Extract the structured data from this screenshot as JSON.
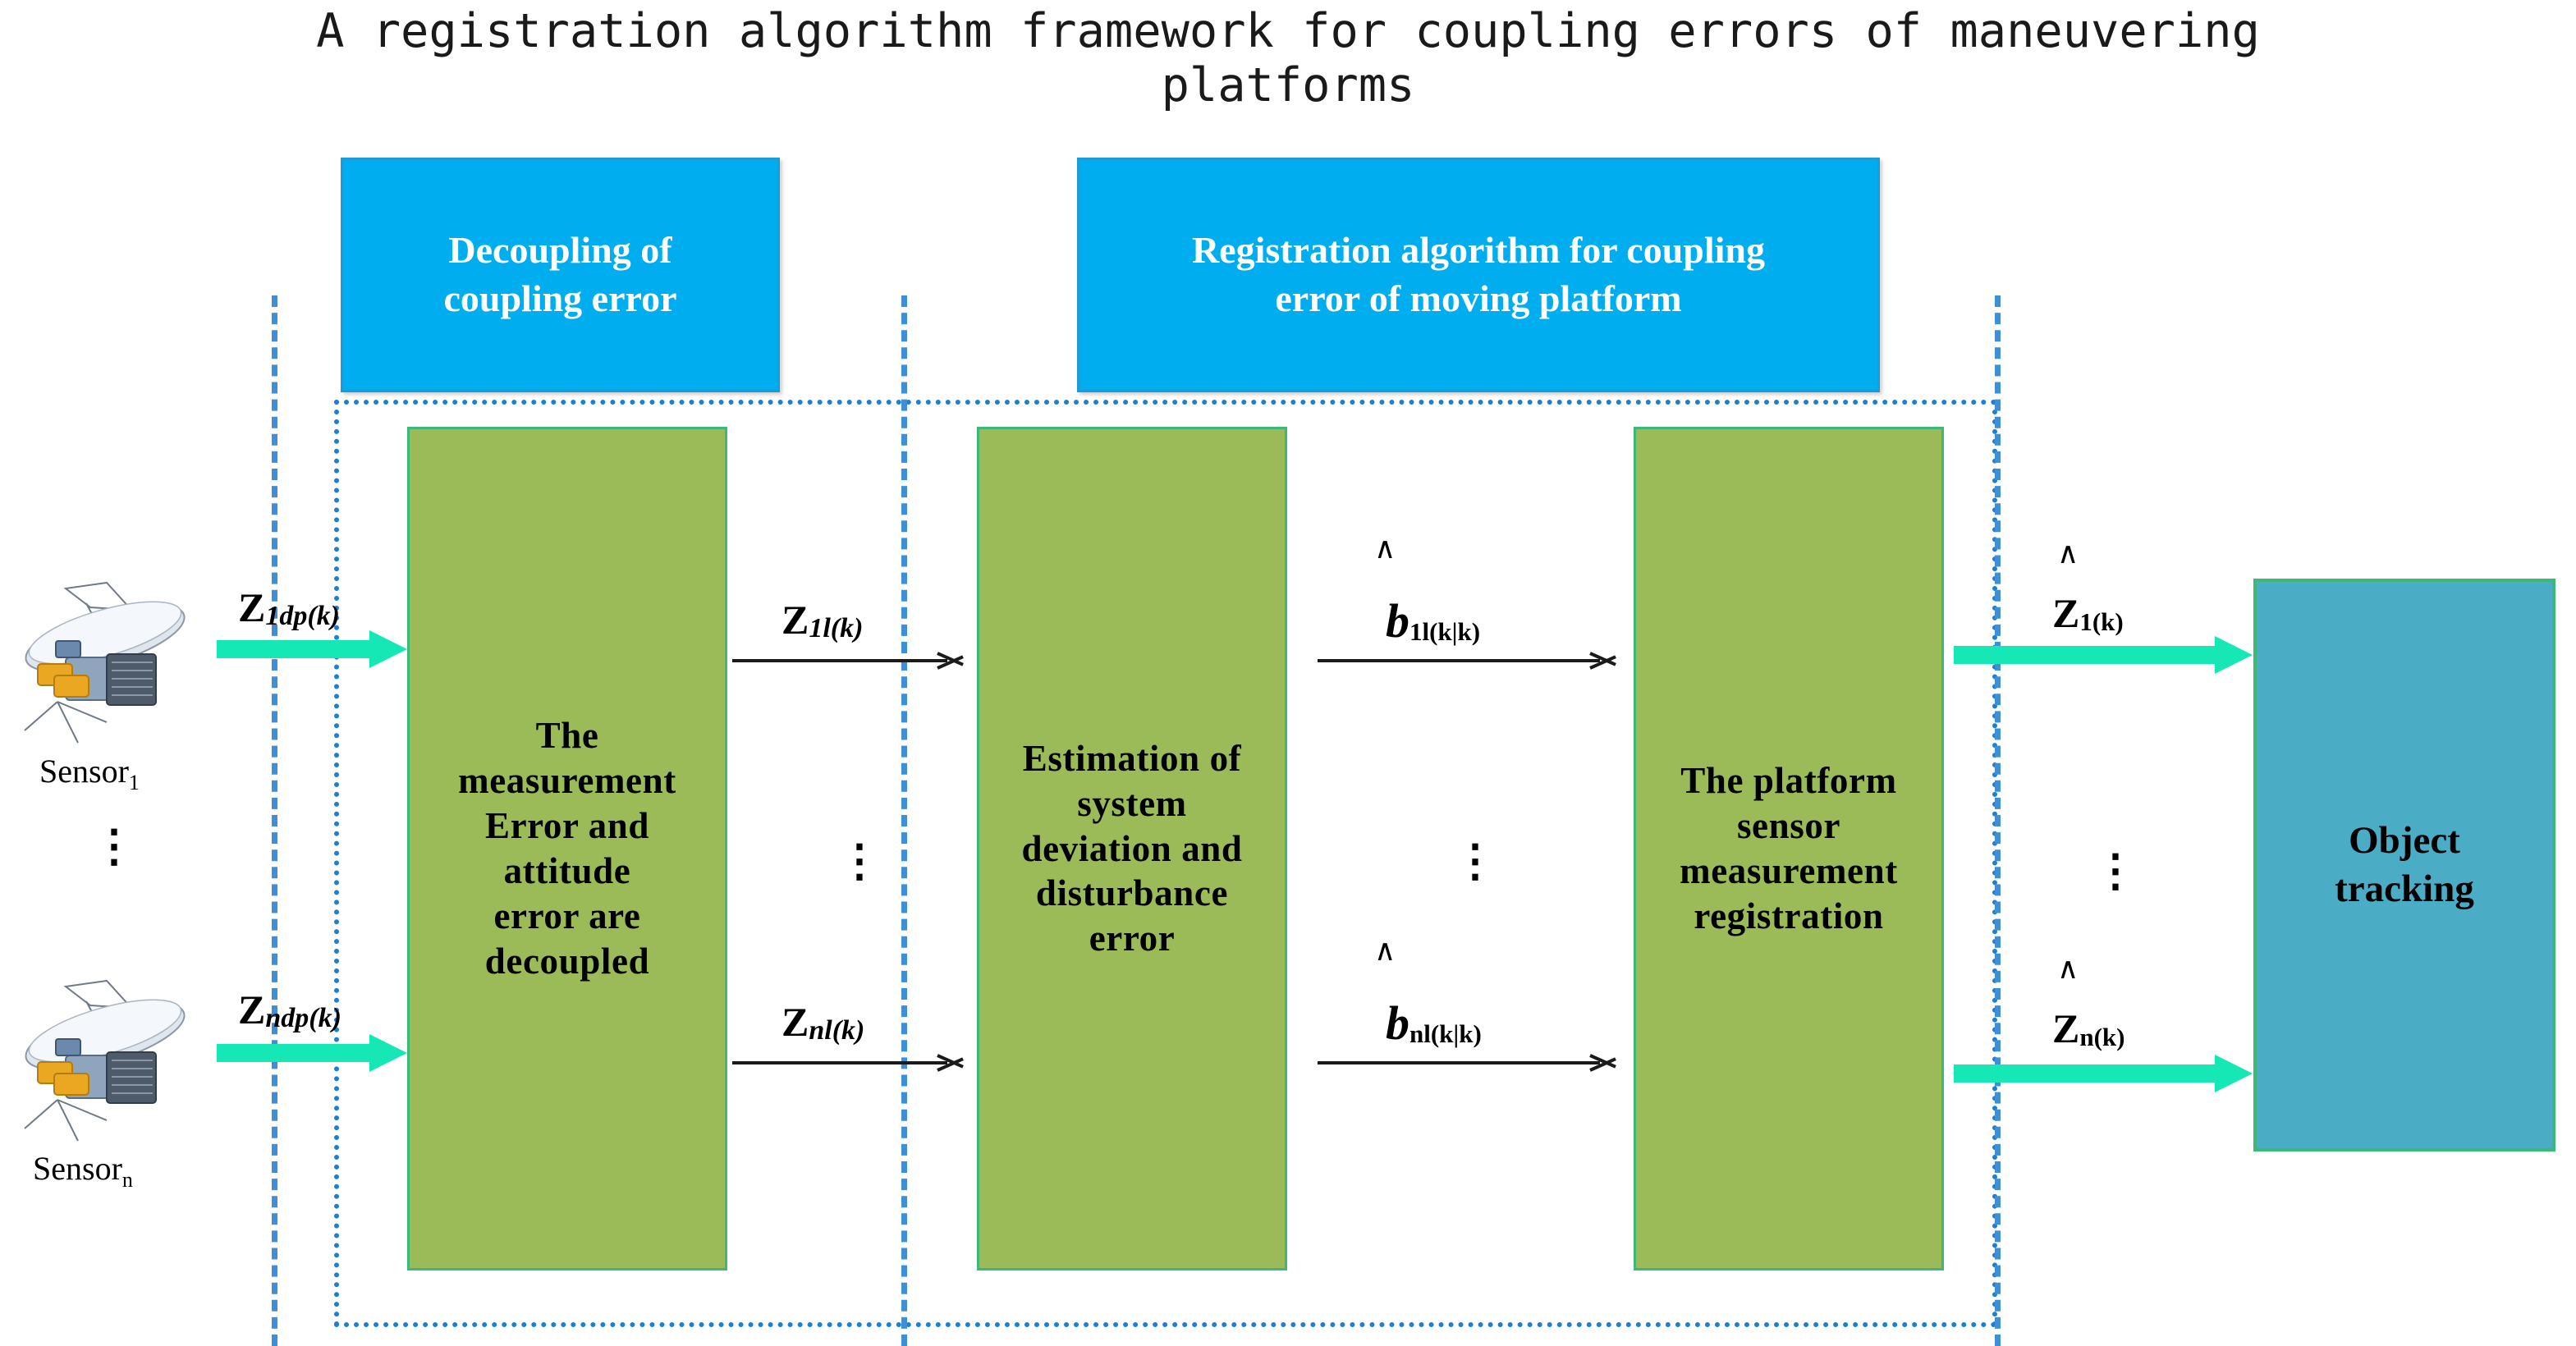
{
  "title": "A registration algorithm framework for coupling errors of maneuvering\nplatforms",
  "banners": [
    {
      "id": "decoupling",
      "label": "Decoupling of\ncoupling error"
    },
    {
      "id": "registration",
      "label": "Registration algorithm for coupling\nerror of moving platform"
    }
  ],
  "process_boxes": [
    {
      "id": "decouple",
      "label": "The\nmeasurement\nError and\nattitude\nerror are\ndecoupled"
    },
    {
      "id": "estimation",
      "label": "Estimation of\nsystem\ndeviation and\ndisturbance\nerror"
    },
    {
      "id": "platform",
      "label": "The platform\nsensor\nmeasurement\nregistration"
    }
  ],
  "output_box": {
    "id": "tracking",
    "label": "Object\ntracking"
  },
  "sensors": [
    {
      "id": "sensor-1",
      "name": "Sensor",
      "index": "1"
    },
    {
      "id": "sensor-n",
      "name": "Sensor",
      "index": "n"
    }
  ],
  "signal_labels": {
    "input_1": {
      "base": "Z",
      "sub": "1dp(k)"
    },
    "input_n": {
      "base": "Z",
      "sub": "ndp(k)"
    },
    "stage1_1": {
      "base": "Z",
      "sub": "1l(k)"
    },
    "stage1_n": {
      "base": "Z",
      "sub": "nl(k)"
    },
    "bias_1": {
      "base": "b",
      "sub": "1l(k|k)",
      "hat": "∧"
    },
    "bias_n": {
      "base": "b",
      "sub": "nl(k|k)",
      "hat": "∧"
    },
    "output_1": {
      "base": "Z",
      "sub": "1(k)",
      "hat": "∧"
    },
    "output_n": {
      "base": "Z",
      "sub": "n(k)",
      "hat": "∧"
    }
  },
  "ellipsis": "⋮",
  "colors": {
    "banner_blue": "#00AEEF",
    "process_green": "#9BBB59",
    "green_border": "#3CB878",
    "output_teal": "#4BACC6",
    "cyan_arrow": "#16E8B5",
    "dashed_blue": "#3F8FD8",
    "dotted_blue": "#1B7FD4"
  }
}
